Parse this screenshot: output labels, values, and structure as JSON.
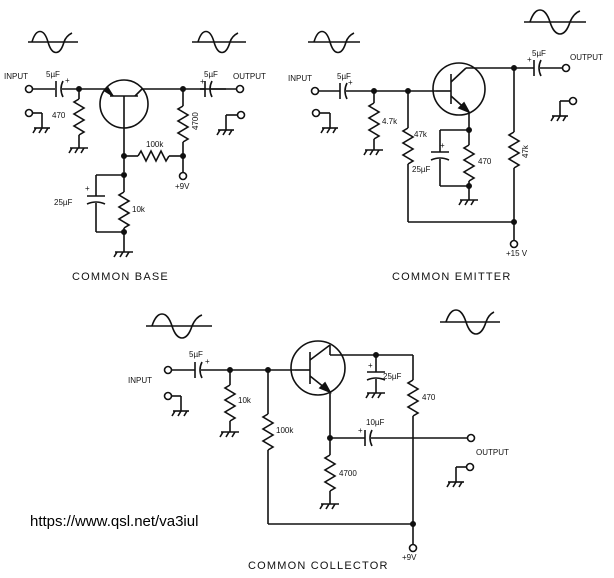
{
  "circuits": {
    "common_base": {
      "title": "COMMON BASE",
      "input_label": "INPUT",
      "output_label": "OUTPUT",
      "c_in": "5µF",
      "c_out": "5µF",
      "c_base": "25µF",
      "r_emitter": "470",
      "r_collector": "4700",
      "r_feedback": "100k",
      "r_bias": "10k",
      "supply": "+9V"
    },
    "common_emitter": {
      "title": "COMMON EMITTER",
      "input_label": "INPUT",
      "output_label": "OUTPUT",
      "c_in": "5µF",
      "c_out": "5µF",
      "c_emitter": "25µF",
      "r_base_ground": "4.7k",
      "r_base_bias": "47k",
      "r_emitter": "470",
      "r_collector": "47k",
      "supply": "+15 V"
    },
    "common_collector": {
      "title": "COMMON COLLECTOR",
      "input_label": "INPUT",
      "output_label": "OUTPUT",
      "c_in": "5µF",
      "c_out": "10µF",
      "c_collector": "25µF",
      "r_base_ground": "10k",
      "r_base_bias": "100k",
      "r_emitter": "4700",
      "r_collector": "470",
      "supply": "+9V"
    }
  },
  "watermark": "https://www.qsl.net/va3iul"
}
